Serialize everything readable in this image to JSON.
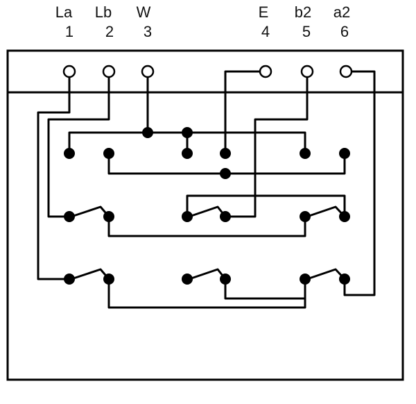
{
  "terminals": [
    {
      "name": "La",
      "number": "1"
    },
    {
      "name": "Lb",
      "number": "2"
    },
    {
      "name": "W",
      "number": "3"
    },
    {
      "name": "E",
      "number": "4"
    },
    {
      "name": "b2",
      "number": "5"
    },
    {
      "name": "a2",
      "number": "6"
    }
  ]
}
